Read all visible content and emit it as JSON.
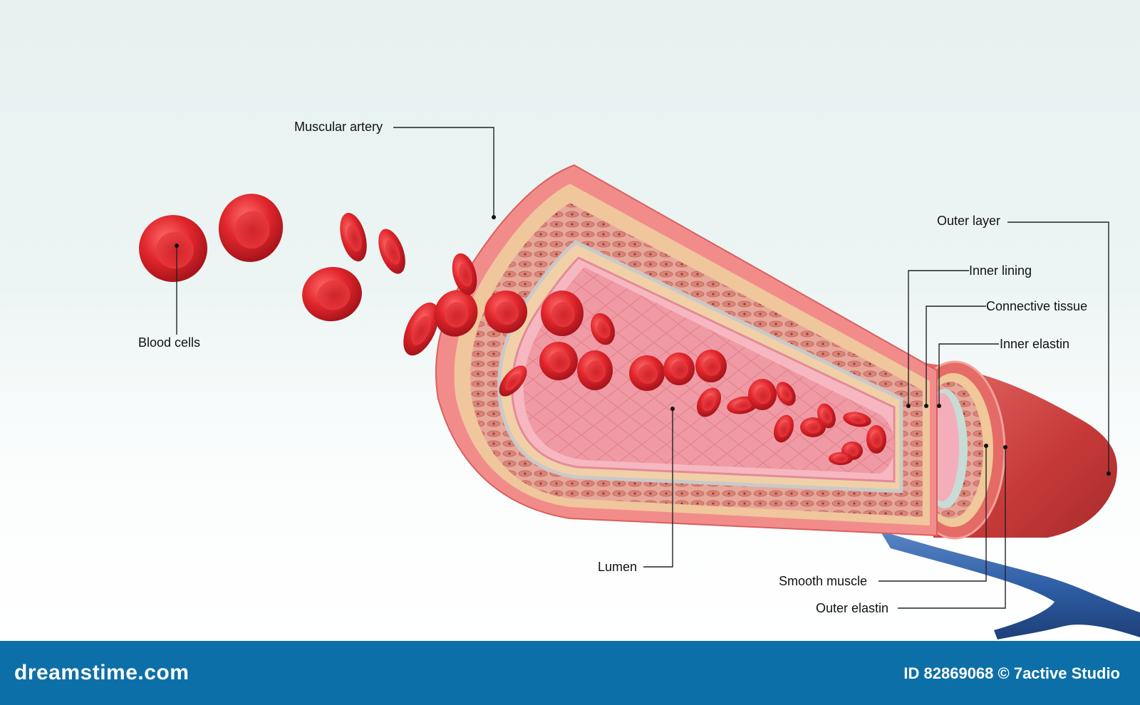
{
  "labels": {
    "muscular_artery": "Muscular artery",
    "blood_cells": "Blood cells",
    "outer_layer": "Outer layer",
    "inner_lining": "Inner lining",
    "connective_tissue": "Connective tissue",
    "inner_elastin": "Inner elastin",
    "lumen": "Lumen",
    "smooth_muscle": "Smooth muscle",
    "outer_elastin": "Outer elastin"
  },
  "footer": {
    "brand": "dreamstime.com",
    "credit": "ID 82869068 © 7active Studio"
  },
  "colors": {
    "footer": "#0d6fa8",
    "blood_cell": "#e0262c",
    "vessel_outer": "#f07f80",
    "adventitia": "#c9403f",
    "vein": "#2f5fa6"
  }
}
